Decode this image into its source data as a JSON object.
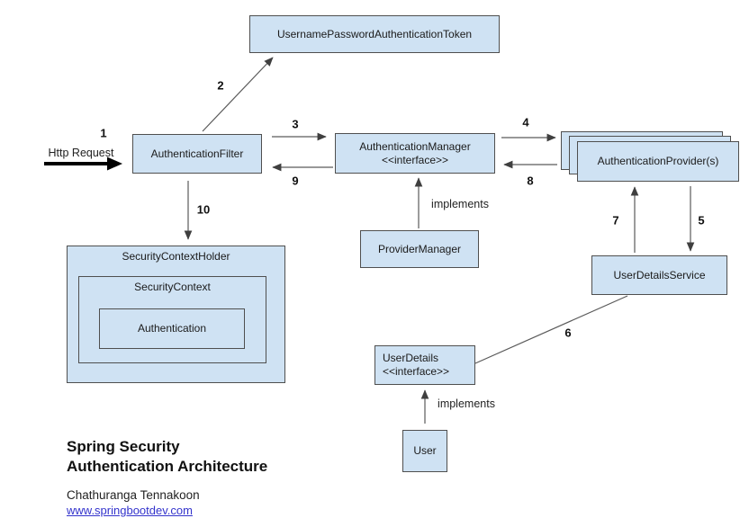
{
  "colors": {
    "box_fill": "#cfe2f3",
    "box_border": "#4f4f4f",
    "connector": "#5a5a5a",
    "arrow_head": "#3f3f3f",
    "link_color": "#3333cc"
  },
  "boxes": {
    "token": {
      "label": "UsernamePasswordAuthenticationToken"
    },
    "auth_filter": {
      "label": "AuthenticationFilter"
    },
    "auth_manager": {
      "label": "AuthenticationManager",
      "stereotype": "<<interface>>"
    },
    "auth_providers": {
      "label": "AuthenticationProvider(s)"
    },
    "provider_manager": {
      "label": "ProviderManager"
    },
    "security_context_holder": {
      "label": "SecurityContextHolder"
    },
    "security_context": {
      "label": "SecurityContext"
    },
    "authentication": {
      "label": "Authentication"
    },
    "user_details_service": {
      "label": "UserDetailsService"
    },
    "user_details": {
      "label": "UserDetails",
      "stereotype": "<<interface>>"
    },
    "user": {
      "label": "User"
    }
  },
  "labels": {
    "http_request": "Http Request",
    "steps": {
      "s1": "1",
      "s2": "2",
      "s3": "3",
      "s4": "4",
      "s5": "5",
      "s6": "6",
      "s7": "7",
      "s8": "8",
      "s9": "9",
      "s10": "10"
    },
    "implements_provider_manager": "implements",
    "implements_user": "implements"
  },
  "footer": {
    "title_line1": "Spring Security",
    "title_line2": "Authentication Architecture",
    "author": "Chathuranga Tennakoon",
    "website": "www.springbootdev.com"
  }
}
